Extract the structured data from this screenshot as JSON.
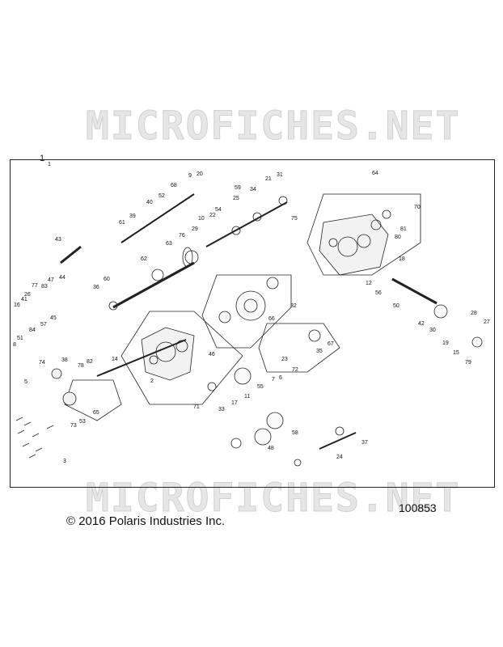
{
  "watermark": "MICROFICHES.NET",
  "figure_number": "1",
  "copyright": "© 2016 Polaris Industries Inc.",
  "diagram_id": "100853",
  "callouts": [
    "1",
    "2",
    "3",
    "5",
    "6",
    "7",
    "8",
    "9",
    "10",
    "11",
    "12",
    "14",
    "15",
    "16",
    "17",
    "18",
    "19",
    "20",
    "21",
    "22",
    "23",
    "24",
    "25",
    "26",
    "27",
    "28",
    "29",
    "30",
    "31",
    "32",
    "33",
    "34",
    "35",
    "36",
    "37",
    "38",
    "39",
    "40",
    "41",
    "42",
    "43",
    "44",
    "45",
    "46",
    "47",
    "48",
    "50",
    "51",
    "52",
    "53",
    "54",
    "55",
    "56",
    "57",
    "58",
    "59",
    "60",
    "61",
    "62",
    "63",
    "64",
    "65",
    "66",
    "67",
    "68",
    "70",
    "71",
    "72",
    "73",
    "74",
    "75",
    "76",
    "77",
    "78",
    "79",
    "80",
    "81",
    "82",
    "83",
    "84"
  ]
}
